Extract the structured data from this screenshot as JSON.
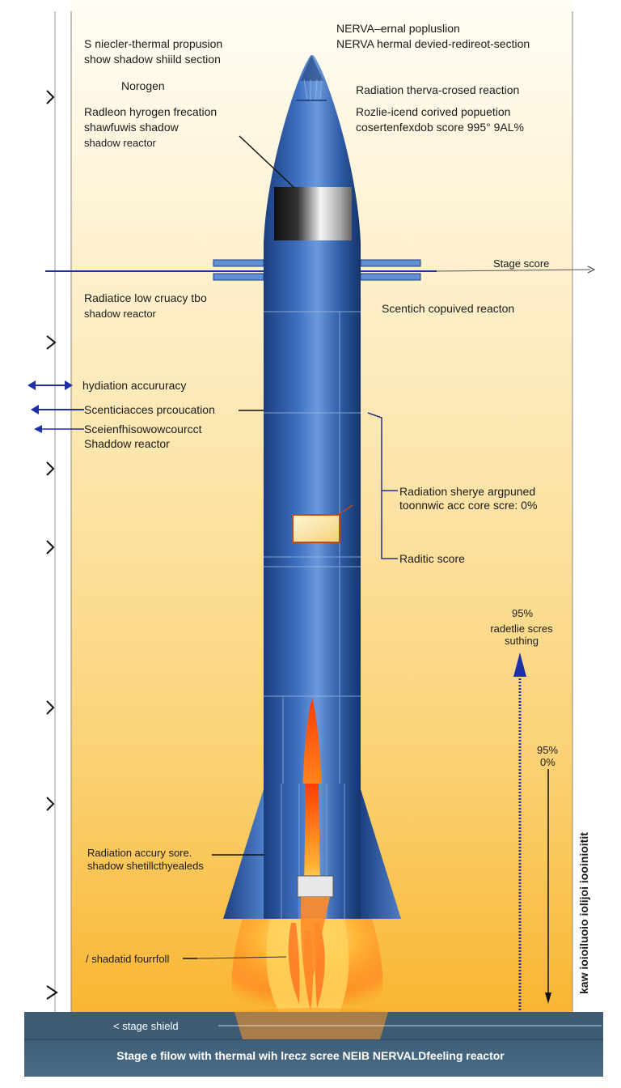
{
  "title": {
    "line1": "NERVA–ernal popluslion",
    "line2": "NERVA hermal devied-redireot-section"
  },
  "labels": {
    "nuclear_thermal": "S niecler-thermal propusion",
    "shadow_shield_section": "show shadow shiild section",
    "norogen": "Norogen",
    "radleon_hydrogen": "Radleon hyrogen frecation",
    "shawfuwis": "shawfuwis shadow",
    "shadow_reactor_1": "shadow reactor",
    "radiation_therva": "Radiation therva-crosed reaction",
    "rozlie": "Rozlie-icend corived popuetion",
    "cosertenfexdob": "cosertenfexdob score 995° 9AL%",
    "stage_score": "Stage score",
    "radiatice_low": "Radiatice low cruacy tbo",
    "shadow_reactor_2": "shadow reactor",
    "scentich": "Scentich copuived reacton",
    "hydiation": "hydiation accururacy",
    "scenticiacces": "Scenticiacces prcoucation",
    "sceienfhisowo": "Sceienfhisowowcourcct",
    "shaddow_reactor": "Shaddow reactor",
    "radiation_sherye": "Radiation sherye argpuned",
    "toonnwic": "toonnwic acc core scre: 0%",
    "raditic_score": "Raditic score",
    "pct_95_top": "95%",
    "radetlie": "radetlie scres",
    "suthing": "suthing",
    "pct_95_mid": "95%",
    "pct_0_mid": "0%",
    "radiation_accury": "Radiation accury sore.",
    "shadow_shetil": "shadow shetillcthyealeds",
    "shadatid": "/ shadatid fourrfoll",
    "stage_shield": "< stage shield",
    "vertical_scale": "kaw ioioiluoio iolijoi iooinioitit"
  },
  "footer": "Stage e filow with thermal wih lrecz scree NEIB NERVALDfeeling reactor",
  "colors": {
    "background_top": "#fdf4d6",
    "background_bottom": "#f9b632",
    "rocket_body": "#2a5aa8",
    "rocket_light": "#5f8fd4",
    "footer_band": "#44637a",
    "arrow_blue": "#1f2fa8",
    "flame": "#ff6a1a"
  }
}
